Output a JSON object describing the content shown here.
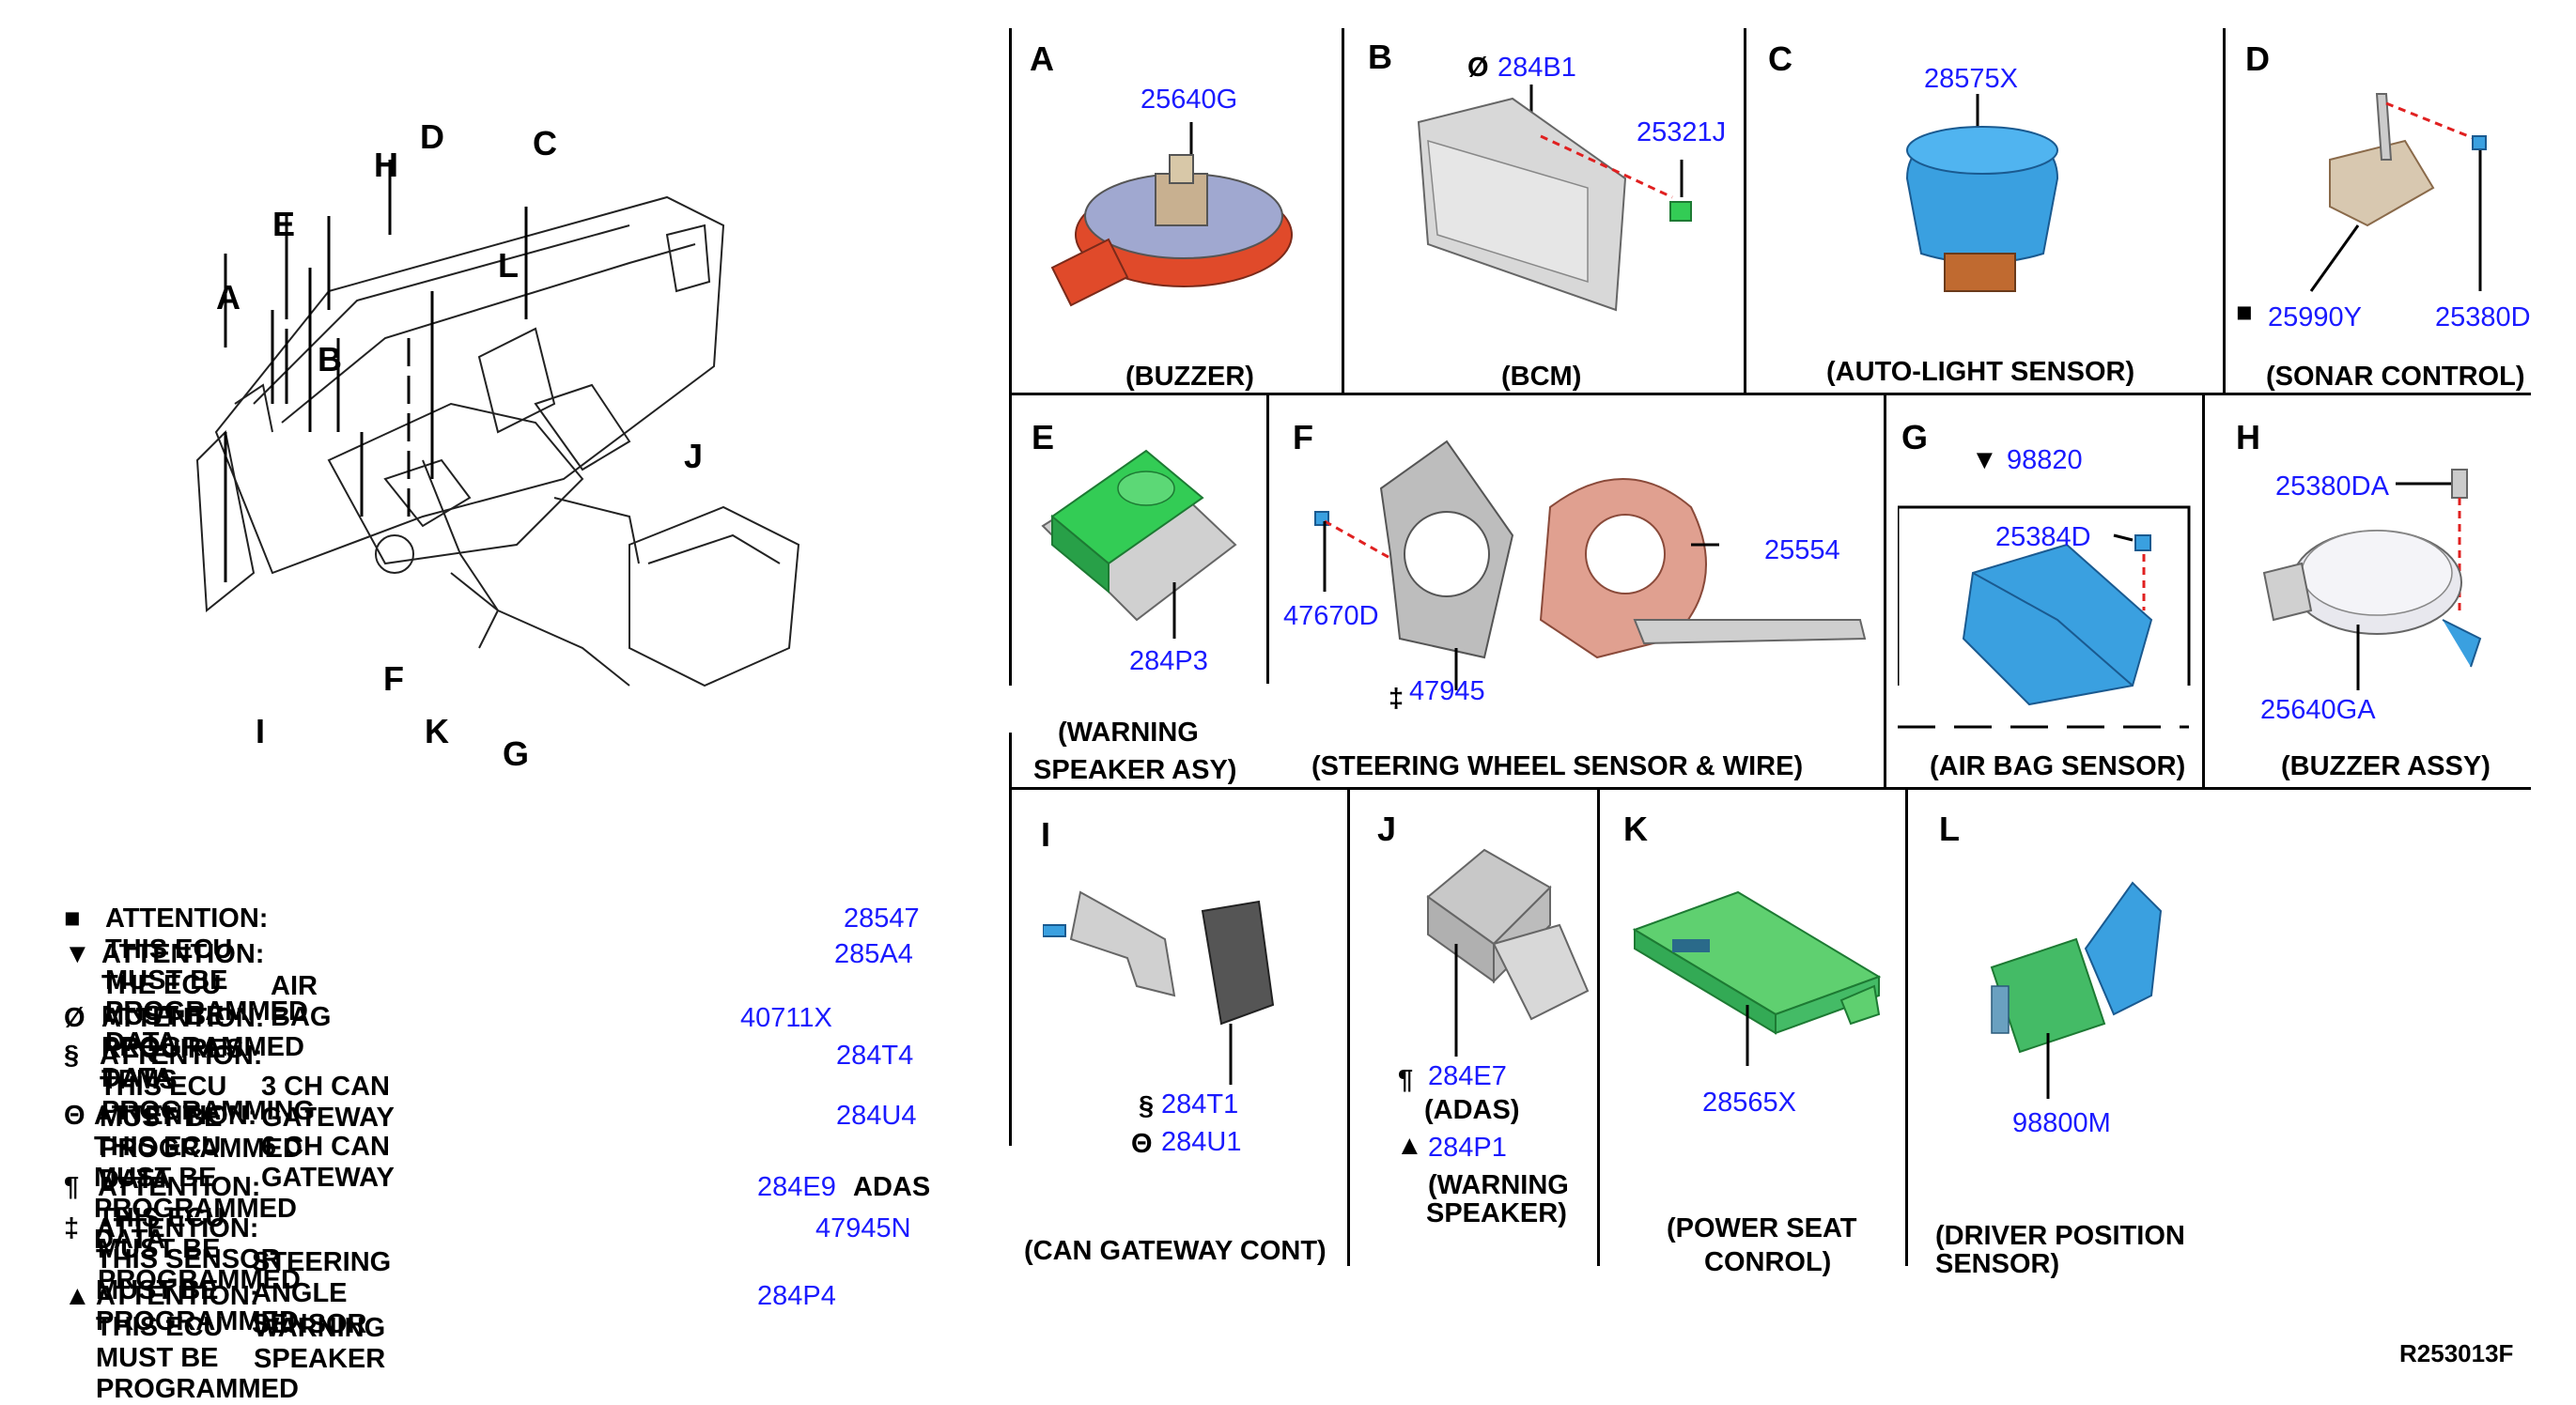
{
  "overview": {
    "letters": [
      "A",
      "B",
      "C",
      "D",
      "E",
      "F",
      "G",
      "H",
      "I",
      "J",
      "K",
      "L"
    ],
    "k_text": "K"
  },
  "panels": {
    "A": {
      "letter": "A",
      "parts": [
        "25640G"
      ],
      "caption": "(BUZZER)"
    },
    "B": {
      "letter": "B",
      "symbol": "Ø",
      "parts": [
        "284B1",
        "25321J"
      ],
      "caption": "(BCM)"
    },
    "C": {
      "letter": "C",
      "parts": [
        "28575X"
      ],
      "caption": "(AUTO-LIGHT SENSOR)"
    },
    "D": {
      "letter": "D",
      "parts": [
        "25990Y",
        "25380D"
      ],
      "caption": "(SONAR CONTROL)"
    },
    "E": {
      "letter": "E",
      "parts": [
        "284P3"
      ],
      "caption_line1": "(WARNING",
      "caption_line2": "SPEAKER ASY)"
    },
    "F": {
      "letter": "F",
      "parts": [
        "47670D",
        "47945",
        "25554"
      ],
      "symbol": "‡",
      "caption": "(STEERING WHEEL SENSOR & WIRE)"
    },
    "G": {
      "letter": "G",
      "symbol": "▼",
      "parts": [
        "98820",
        "25384D"
      ],
      "caption": "(AIR BAG SENSOR)"
    },
    "H": {
      "letter": "H",
      "parts": [
        "25380DA",
        "25640GA"
      ],
      "caption": "(BUZZER ASSY)"
    },
    "I": {
      "letter": "I",
      "parts": [
        "284T1",
        "284U1"
      ],
      "symbols": [
        "§",
        "Θ"
      ],
      "caption": "(CAN GATEWAY CONT)"
    },
    "J": {
      "letter": "J",
      "parts": [
        "284E7",
        "284P1"
      ],
      "symbols": [
        "¶",
        "▲"
      ],
      "label1": "(ADAS)",
      "label2_line1": "(WARNING",
      "label2_line2": "SPEAKER)"
    },
    "K": {
      "letter": "K",
      "parts": [
        "28565X"
      ],
      "caption_line1": "(POWER SEAT",
      "caption_line2": "CONROL)"
    },
    "L": {
      "letter": "L",
      "parts": [
        "98800M"
      ],
      "caption_line1": "(DRIVER POSITION",
      "caption_line2": "SENSOR)"
    }
  },
  "notes": [
    {
      "symbol": "■",
      "text": "ATTENTION: THIS ECU MUST BE PROGRAMMED DATA",
      "part": "28547",
      "sub": ""
    },
    {
      "symbol": "▼",
      "text": "ATTENTION: THE ECU MUST BE PROGRAMMED DATA",
      "part": "285A4",
      "sub": "AIR BAG"
    },
    {
      "symbol": "Ø",
      "text": "ATTENTION: REQUIRES TPMS PROGRAMMING",
      "part": "40711X",
      "sub": ""
    },
    {
      "symbol": "§",
      "text": "ATTENTION: THIS ECU MUST BE PROGRAMMED DATA",
      "part": "284T4",
      "sub": "3 CH CAN GATEWAY"
    },
    {
      "symbol": "Θ",
      "text": "ATTENTION: THIS ECU MUST BE PROGRAMMED DATA",
      "part": "284U4",
      "sub": "6 CH CAN GATEWAY"
    },
    {
      "symbol": "¶",
      "text": "ATTENTION: THIS ECU MUST BE PROGRAMMED",
      "part": "284E9",
      "tail": "ADAS",
      "sub": ""
    },
    {
      "symbol": "‡",
      "text": "ATTENTION: THIS SENSOR MUST BE PROGRAMMED",
      "part": "47945N",
      "sub": "STEERING ANGLE SENSOR"
    },
    {
      "symbol": "▲",
      "text": "ATTENTION: THIS ECU MUST BE PROGRAMMED",
      "part": "284P4",
      "sub": "WARNING SPEAKER"
    }
  ],
  "footer": {
    "ref": "R253013F"
  },
  "colors": {
    "part_number": "#1a1aff",
    "leader_dashed": "#e02020",
    "module_green": "#33cc55",
    "module_blue": "#3aa0e0",
    "buzzer_red": "#e04a2a",
    "module_gray": "#cfcfcf"
  }
}
